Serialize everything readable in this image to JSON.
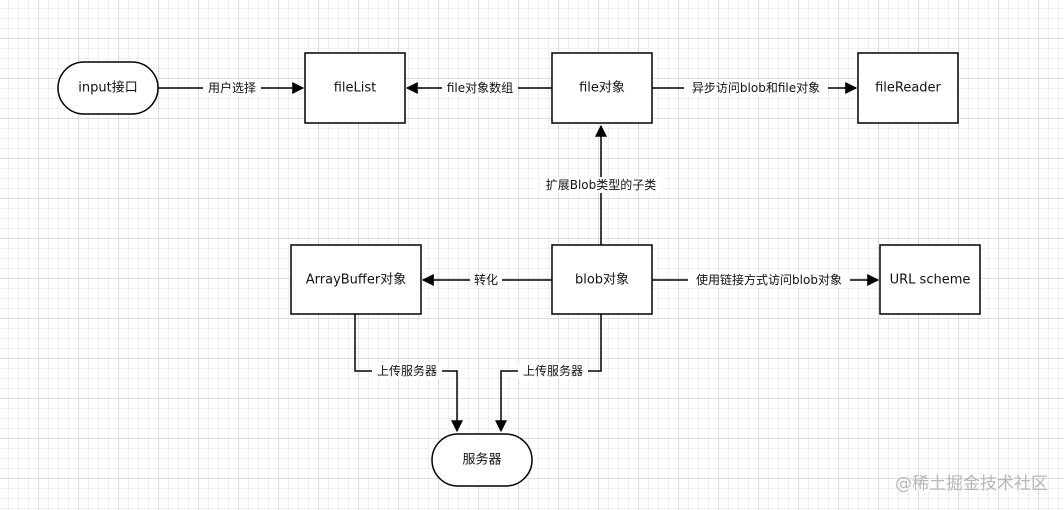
{
  "nodes": {
    "input": "input接口",
    "filelist": "fileList",
    "file": "file对象",
    "filereader": "fileReader",
    "arraybuffer": "ArrayBuffer对象",
    "blob": "blob对象",
    "urlscheme": "URL scheme",
    "server": "服务器"
  },
  "edges": {
    "input_filelist": "用户选择",
    "file_filelist": "file对象数组",
    "file_filereader": "异步访问blob和file对象",
    "blob_file": "扩展Blob类型的子类",
    "blob_arraybuffer": "转化",
    "blob_urlscheme": "使用链接方式访问blob对象",
    "arraybuffer_server": "上传服务器",
    "blob_server": "上传服务器"
  },
  "watermark": "@稀土掘金技术社区"
}
